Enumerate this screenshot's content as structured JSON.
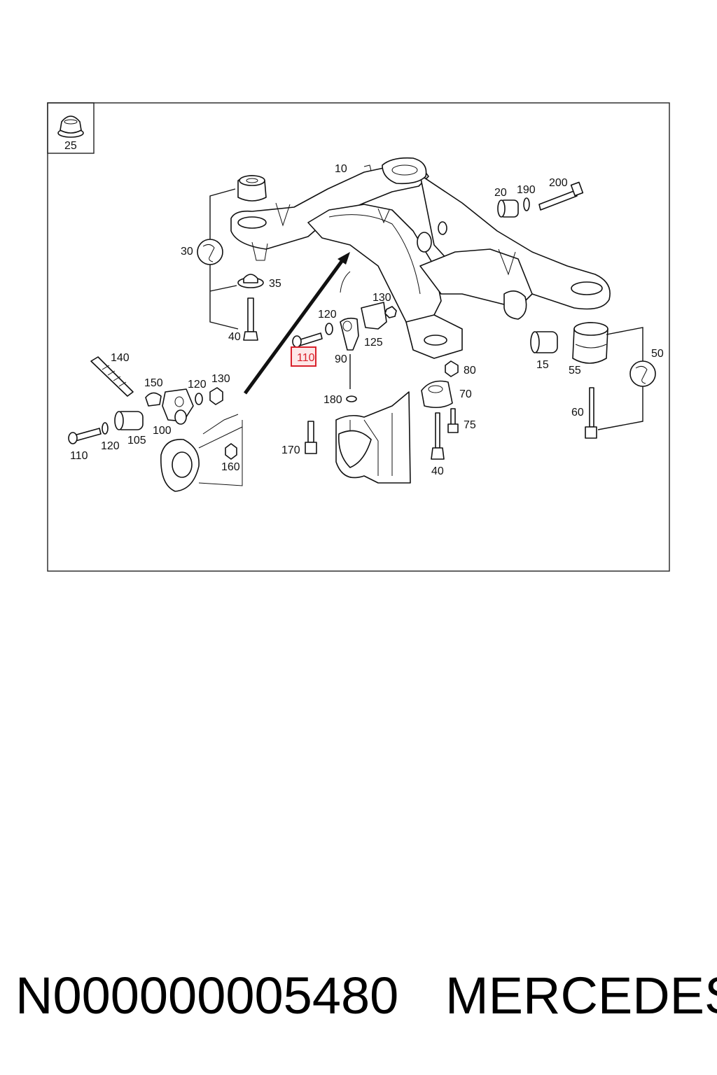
{
  "diagram": {
    "inset_label": "25",
    "highlight_color": "#d9212b",
    "highlighted_callout": "110",
    "callouts": {
      "c10": "10",
      "c20": "20",
      "c190": "190",
      "c200": "200",
      "c30": "30",
      "c35": "35",
      "c40_left": "40",
      "c140": "140",
      "c150": "150",
      "c120_left": "120",
      "c130_left": "130",
      "c110_left": "110",
      "c120_bottom": "120",
      "c105": "105",
      "c100": "100",
      "c160": "160",
      "c120_center": "120",
      "c130_center": "130",
      "c125": "125",
      "c110_highlight": "110",
      "c90": "90",
      "c180": "180",
      "c170": "170",
      "c80": "80",
      "c70": "70",
      "c75": "75",
      "c40_center": "40",
      "c15": "15",
      "c55": "55",
      "c50": "50",
      "c60": "60"
    }
  },
  "caption": {
    "part_number": "N000000005480",
    "brand": "MERCEDES"
  }
}
